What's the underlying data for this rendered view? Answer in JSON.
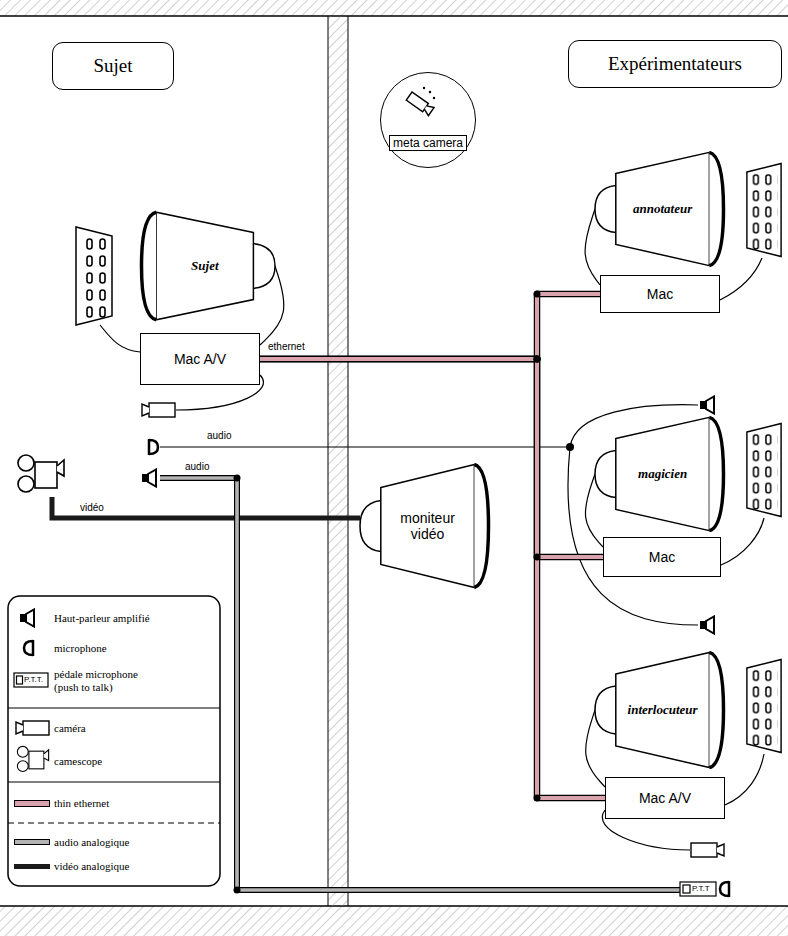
{
  "diagram": {
    "nodes": [
      {
        "text": [
          "Sujet"
        ]
      },
      {
        "text": [
          "Expérimentateurs"
        ]
      },
      {
        "text": [
          "meta camera"
        ]
      },
      {
        "text": [
          "Sujet"
        ]
      },
      {
        "text": [
          "Mac A/V"
        ]
      },
      {
        "text": [
          "moniteur vidéo"
        ]
      },
      {
        "text": [
          "annotateur"
        ]
      },
      {
        "text": [
          "Mac"
        ]
      },
      {
        "text": [
          "magicien"
        ]
      },
      {
        "text": [
          "Mac"
        ]
      },
      {
        "text": [
          "interlocuteur"
        ]
      },
      {
        "text": [
          "Mac A/V"
        ]
      }
    ],
    "edges": [
      {
        "from": 4,
        "to": 7,
        "arrow": "none",
        "label": "ethernet"
      },
      {
        "from": 4,
        "to": 9,
        "arrow": "none"
      },
      {
        "from": 4,
        "to": 11,
        "arrow": "none"
      },
      {
        "from": 3,
        "to": 4,
        "arrow": "none"
      },
      {
        "from": 6,
        "to": 7,
        "arrow": "none"
      },
      {
        "from": 8,
        "to": 9,
        "arrow": "none"
      },
      {
        "from": 10,
        "to": 11,
        "arrow": "none"
      }
    ],
    "labels": [
      "audio",
      "audio",
      "vidéo",
      "P.T.T.",
      "P.T.T"
    ],
    "legend": [
      {
        "text": "Haut-parleur amplifié"
      },
      {
        "text": "microphone"
      },
      {
        "text": "pédale microphone (push to talk)"
      },
      {
        "text": "caméra"
      },
      {
        "text": "camescope"
      },
      {
        "text": "thin ethernet",
        "color": "#d9a3ad"
      },
      {
        "text": "audio analogique",
        "color": "#b3b3b3"
      },
      {
        "text": "vidéo analogique",
        "color": "#1a1a1a"
      }
    ]
  }
}
